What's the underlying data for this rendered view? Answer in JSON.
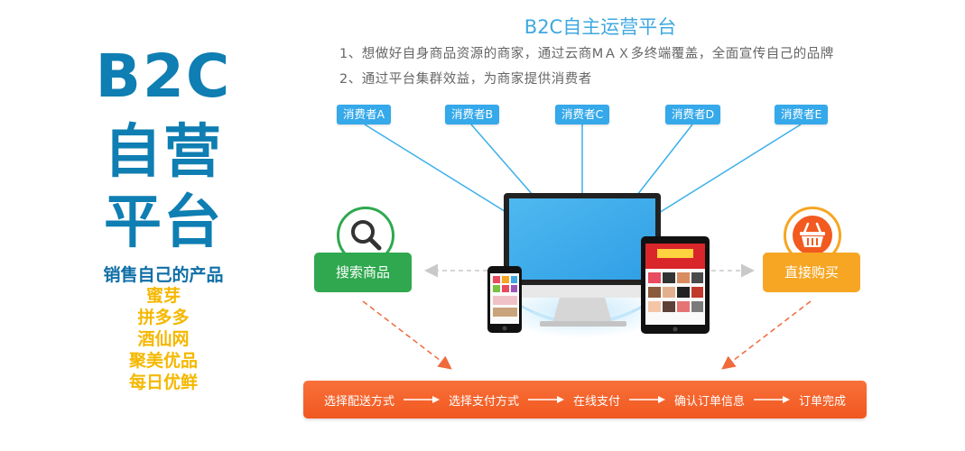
{
  "left": {
    "title_lines": [
      "B2C",
      "自营",
      "平台"
    ],
    "subtitle": "销售自己的产品",
    "brands": [
      "蜜芽",
      "拼多多",
      "酒仙网",
      "聚美优品",
      "每日优鲜"
    ]
  },
  "header": {
    "title": "B2C自主运营平台",
    "points": [
      "1、想做好自身商品资源的商家，通过云商MＡＸ多终端覆盖，全面宣传自己的品牌",
      "2、通过平台集群效益，为商家提供消费者"
    ]
  },
  "consumers": [
    "消费者A",
    "消费者B",
    "消费者C",
    "消费者D",
    "消费者E"
  ],
  "actions": {
    "search": "搜索商品",
    "buy": "直接购买"
  },
  "flow_steps": [
    "选择配送方式",
    "选择支付方式",
    "在线支付",
    "确认订单信息",
    "订单完成"
  ],
  "colors": {
    "title_blue": "#0f7eb2",
    "brand_yellow": "#f5b800",
    "tag_blue": "#35a9ea",
    "search_green": "#2fa84f",
    "buy_orange": "#f6a623",
    "flow_orange": "#f2602a"
  },
  "icons": {
    "search": "magnifier-icon",
    "buy": "basket-icon"
  }
}
